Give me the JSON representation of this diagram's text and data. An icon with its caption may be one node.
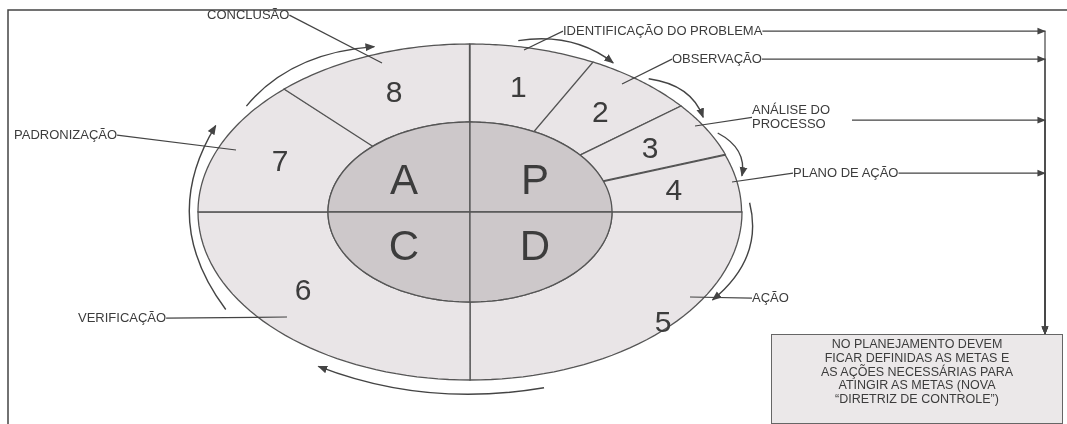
{
  "diagram": {
    "nodes": [
      {
        "text": [
          "1"
        ]
      },
      {
        "text": [
          "2"
        ]
      },
      {
        "text": [
          "3"
        ]
      },
      {
        "text": [
          "4"
        ]
      },
      {
        "text": [
          "5"
        ]
      },
      {
        "text": [
          "6"
        ]
      },
      {
        "text": [
          "7"
        ]
      },
      {
        "text": [
          "8"
        ]
      },
      {
        "text": [
          "A"
        ]
      },
      {
        "text": [
          "P"
        ]
      },
      {
        "text": [
          "C"
        ]
      },
      {
        "text": [
          "D"
        ]
      },
      {
        "text": [
          "IDENTIFICAÇÃO DO PROBLEMA"
        ]
      },
      {
        "text": [
          "OBSERVAÇÃO"
        ]
      },
      {
        "text": [
          "ANÁLISE DO PROCESSO"
        ]
      },
      {
        "text": [
          "PLANO DE AÇÃO"
        ]
      },
      {
        "text": [
          "AÇÃO"
        ]
      },
      {
        "text": [
          "VERIFICAÇÃO"
        ]
      },
      {
        "text": [
          "PADRONIZAÇÃO"
        ]
      },
      {
        "text": [
          "CONCLUSÃO"
        ]
      },
      {
        "text": [
          "NO PLANEJAMENTO DEVEM FICAR DEFINIDAS AS METAS E AS AÇÕES NECESSÁRIAS PARA ATINGIR AS METAS (NOVA “DIRETRIZ DE CONTROLE”)"
        ]
      }
    ],
    "edges": [
      {
        "from": 12,
        "to": 0,
        "arrow": "none"
      },
      {
        "from": 13,
        "to": 1,
        "arrow": "none"
      },
      {
        "from": 14,
        "to": 2,
        "arrow": "none"
      },
      {
        "from": 15,
        "to": 3,
        "arrow": "none"
      },
      {
        "from": 16,
        "to": 4,
        "arrow": "none"
      },
      {
        "from": 17,
        "to": 5,
        "arrow": "none"
      },
      {
        "from": 18,
        "to": 6,
        "arrow": "none"
      },
      {
        "from": 19,
        "to": 7,
        "arrow": "none"
      },
      {
        "from": 12,
        "to": 20,
        "arrow": "to"
      },
      {
        "from": 13,
        "to": 20,
        "arrow": "to"
      },
      {
        "from": 14,
        "to": 20,
        "arrow": "to"
      },
      {
        "from": 15,
        "to": 20,
        "arrow": "to"
      },
      {
        "from": 0,
        "to": 1,
        "arrow": "to"
      },
      {
        "from": 1,
        "to": 2,
        "arrow": "to"
      },
      {
        "from": 2,
        "to": 3,
        "arrow": "to"
      },
      {
        "from": 3,
        "to": 4,
        "arrow": "to"
      },
      {
        "from": 4,
        "to": 5,
        "arrow": "to"
      },
      {
        "from": 5,
        "to": 6,
        "arrow": "to"
      },
      {
        "from": 6,
        "to": 7,
        "arrow": "to"
      }
    ]
  }
}
